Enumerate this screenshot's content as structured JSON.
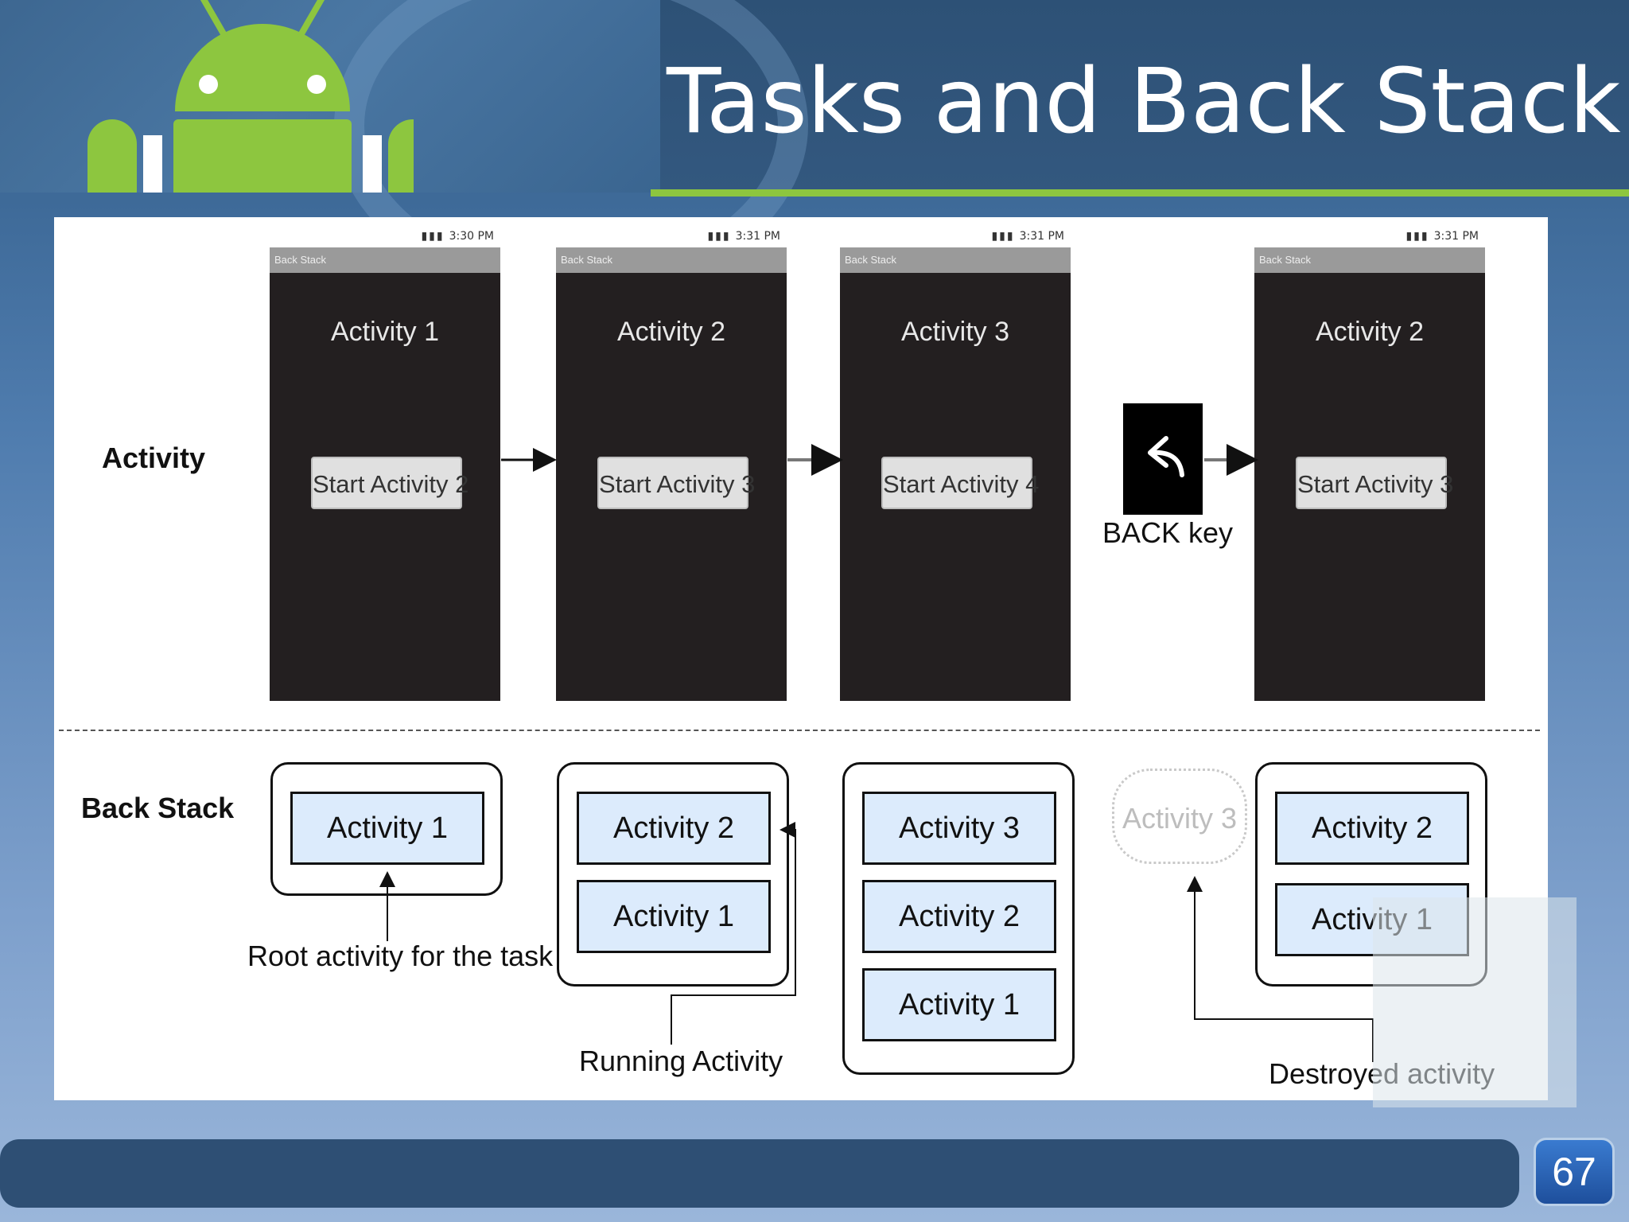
{
  "slide": {
    "title": "Tasks and Back Stack",
    "page_number": "67",
    "accent_color": "#8dc63f",
    "logo_icon": "android-robot-icon"
  },
  "diagram": {
    "row_labels": {
      "activity": "Activity",
      "back_stack": "Back Stack"
    },
    "screens": [
      {
        "status_time": "3:30 PM",
        "app_title": "Back Stack",
        "activity_title": "Activity 1",
        "button_label": "Start Activity 2"
      },
      {
        "status_time": "3:31 PM",
        "app_title": "Back Stack",
        "activity_title": "Activity 2",
        "button_label": "Start Activity 3"
      },
      {
        "status_time": "3:31 PM",
        "app_title": "Back Stack",
        "activity_title": "Activity 3",
        "button_label": "Start Activity 4"
      },
      {
        "status_time": "3:31 PM",
        "app_title": "Back Stack",
        "activity_title": "Activity 2",
        "button_label": "Start Activity 3"
      }
    ],
    "back_key": {
      "label": "BACK key",
      "icon": "back-arrow-icon"
    },
    "stacks": [
      [
        "Activity 1"
      ],
      [
        "Activity 2",
        "Activity 1"
      ],
      [
        "Activity 3",
        "Activity 2",
        "Activity 1"
      ],
      [
        "Activity 2",
        "Activity 1"
      ]
    ],
    "destroyed_item": "Activity 3",
    "captions": {
      "root": "Root activity for the task",
      "running": "Running Activity",
      "destroyed": "Destroyed activity"
    }
  }
}
